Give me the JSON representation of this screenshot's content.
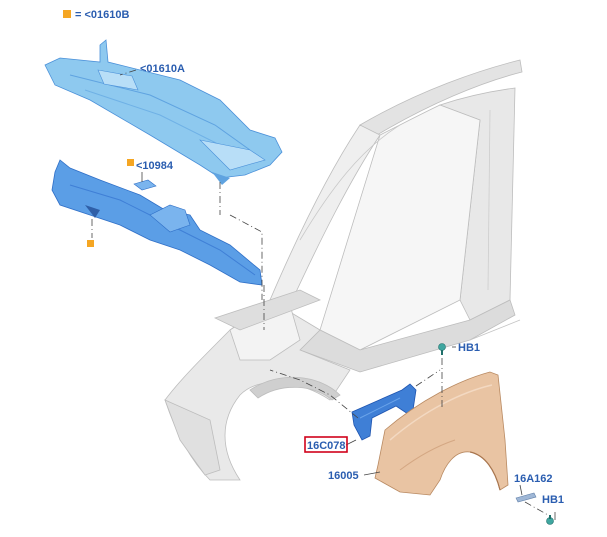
{
  "legend": {
    "text": "= <01610B",
    "marker_color": "#f5a623"
  },
  "callouts": {
    "cowl_top": "<01610A",
    "bracket_small": "<10984",
    "part_bracket": "16C078",
    "part_fender": "16005",
    "part_clip_top": "HB1",
    "part_clip_bottom": "HB1",
    "part_strip": "16A162"
  },
  "colors": {
    "callout_text": "#2a5db0",
    "highlight_box": "#d0021b",
    "blue_part": "#8ec9ef",
    "blue_part_dark": "#3f7fd6",
    "fender": "#e9c4a3",
    "body_gray": "#e6e6e6",
    "marker": "#f5a623"
  }
}
